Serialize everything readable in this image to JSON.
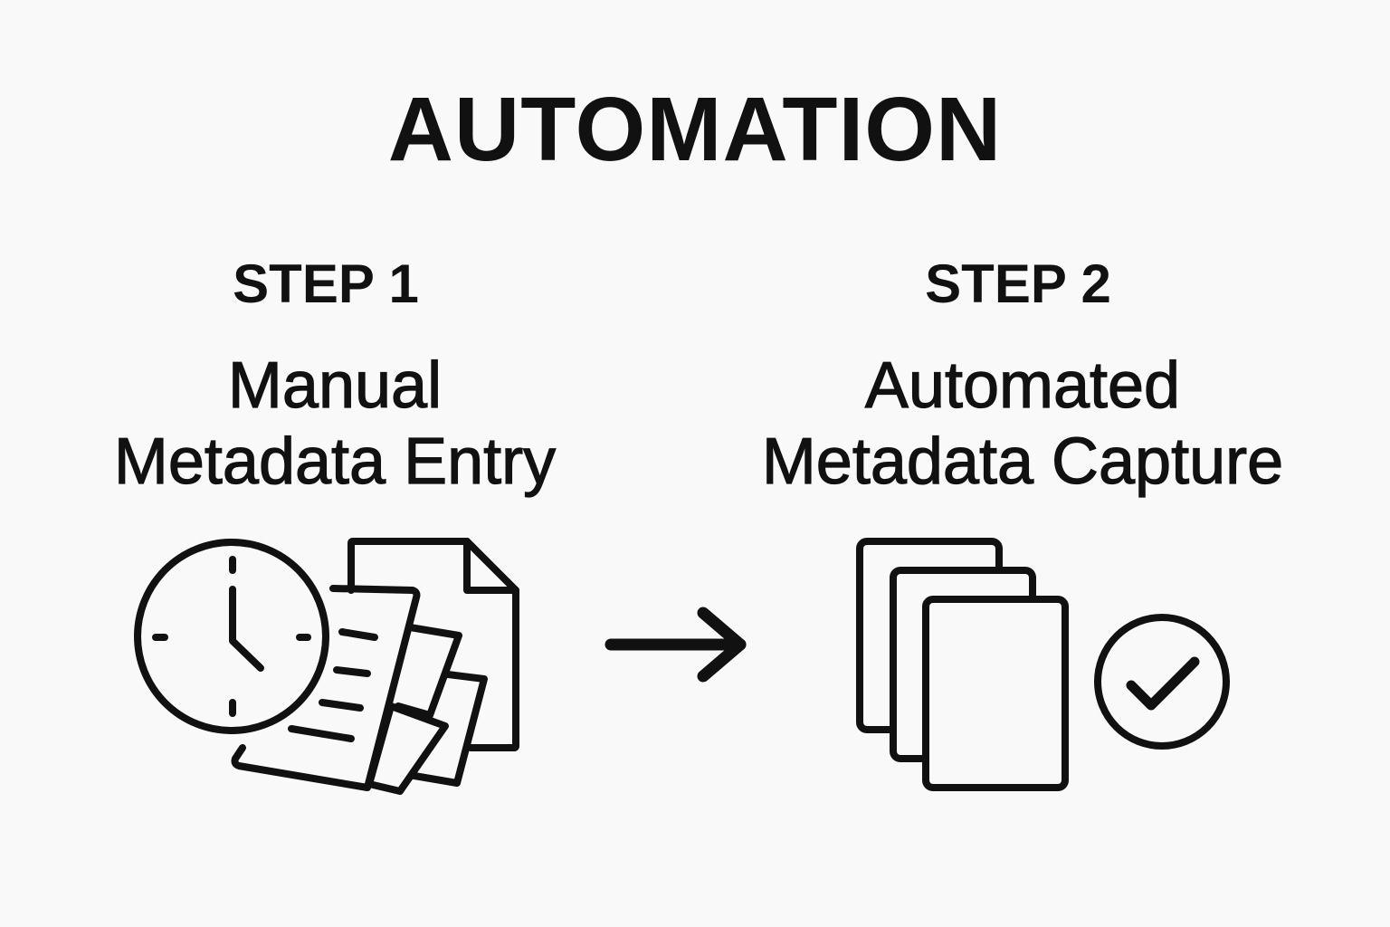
{
  "title": "AUTOMATION",
  "steps": [
    {
      "label": "STEP 1",
      "title_line1": "Manual",
      "title_line2": "Metadata Entry",
      "icons": [
        "clock-icon",
        "scattered-documents-icon"
      ]
    },
    {
      "label": "STEP 2",
      "title_line1": "Automated",
      "title_line2": "Metadata Capture",
      "icons": [
        "stacked-documents-icon",
        "check-circle-icon"
      ]
    }
  ],
  "connector": "arrow-right-icon",
  "colors": {
    "background": "#f9f9f9",
    "foreground": "#111111"
  }
}
